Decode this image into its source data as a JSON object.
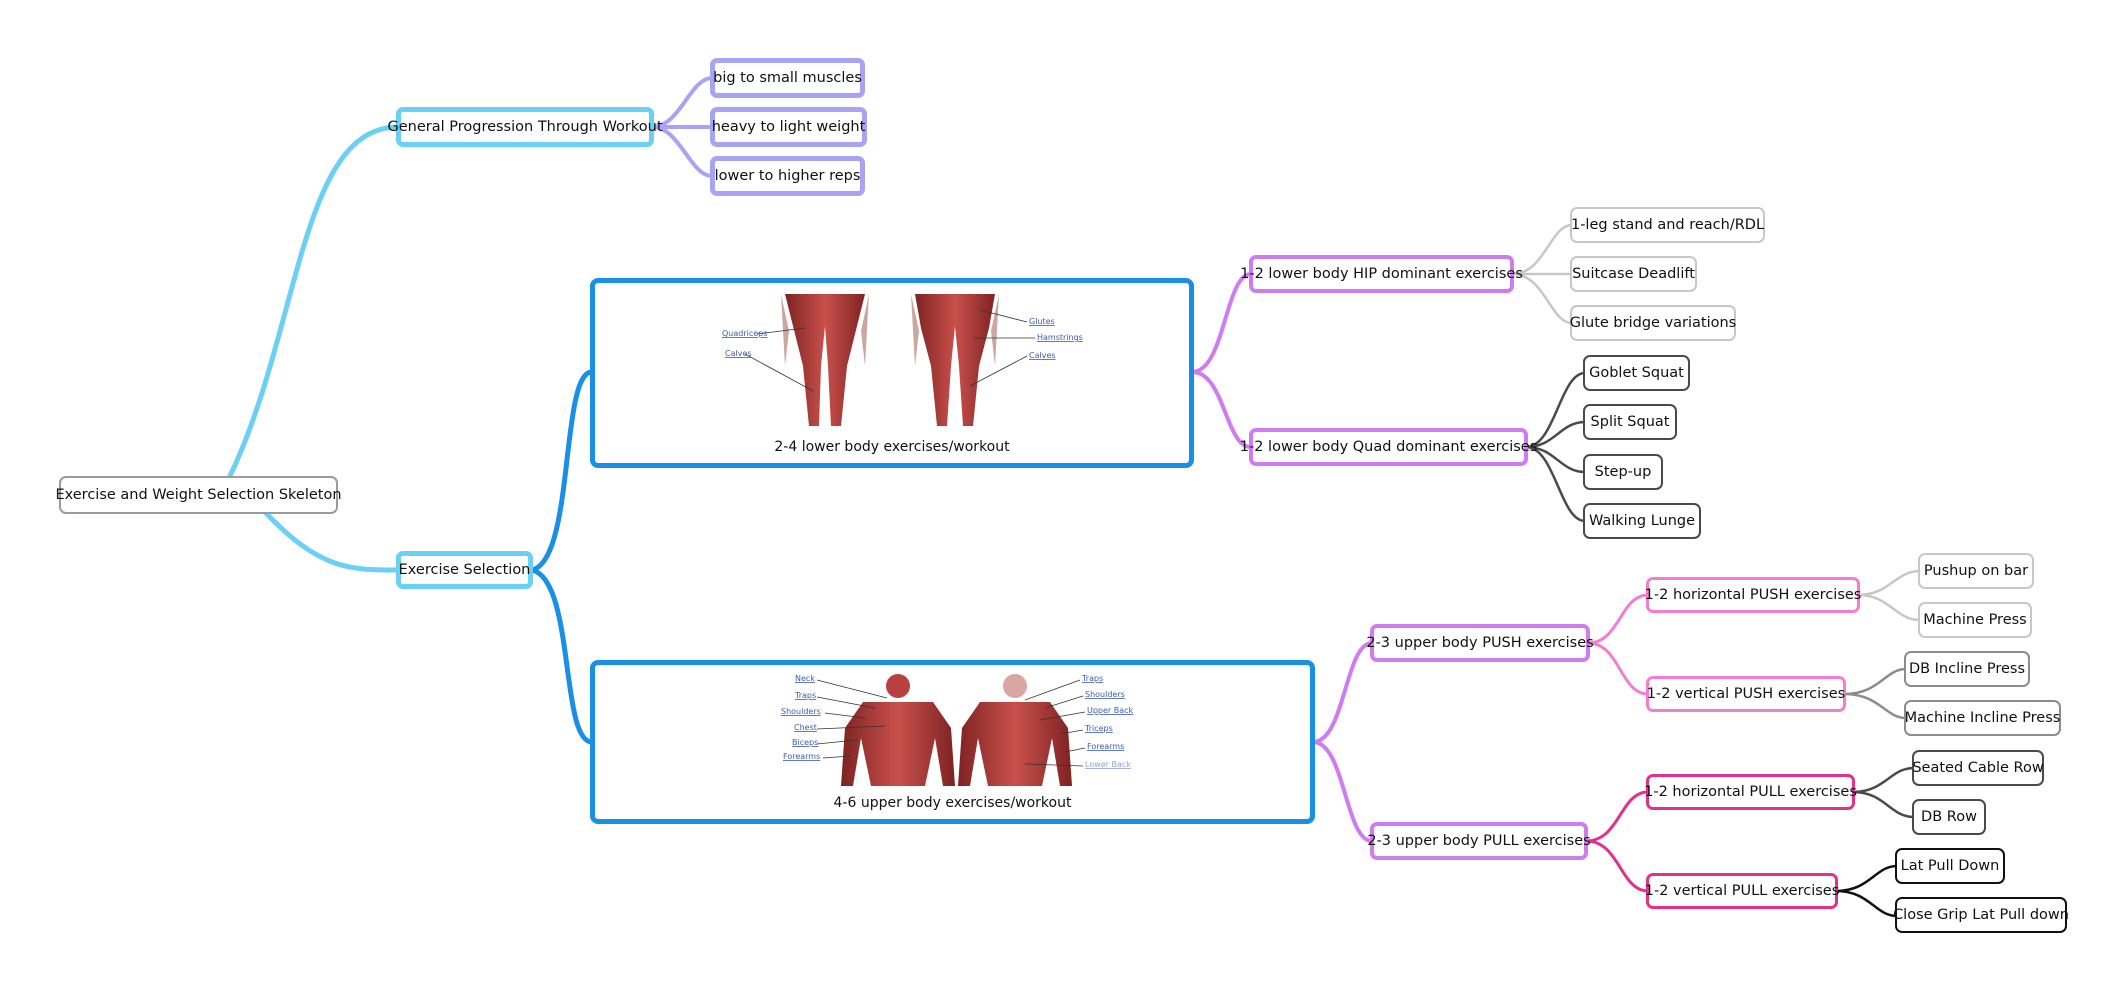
{
  "root": "Exercise and Weight Selection Skeleton",
  "general": {
    "title": "General Progression Through Workout",
    "items": [
      "big to small muscles",
      "heavy to light weight",
      "lower to higher reps"
    ]
  },
  "selection": {
    "title": "Exercise Selection",
    "lower": {
      "caption": "2-4 lower body exercises/workout",
      "labels": [
        "Quadriceps",
        "Calves",
        "Glutes",
        "Hamstrings",
        "Calves"
      ],
      "hip": {
        "title": "1-2 lower body HIP dominant exercises",
        "items": [
          "1-leg stand and reach/RDL",
          "Suitcase Deadlift",
          "Glute bridge variations"
        ]
      },
      "quad": {
        "title": "1-2 lower body Quad dominant exercises",
        "items": [
          "Goblet Squat",
          "Split Squat",
          "Step-up",
          "Walking Lunge"
        ]
      }
    },
    "upper": {
      "caption": "4-6 upper body exercises/workout",
      "labels_left": [
        "Neck",
        "Traps",
        "Shoulders",
        "Chest",
        "Biceps",
        "Forearms"
      ],
      "labels_right": [
        "Traps",
        "Shoulders",
        "Upper Back",
        "Triceps",
        "Forearms",
        "Lower Back"
      ],
      "push": {
        "title": "2-3 upper body PUSH exercises",
        "horizontal": {
          "title": "1-2 horizontal PUSH exercises",
          "items": [
            "Pushup on bar",
            "Machine Press"
          ]
        },
        "vertical": {
          "title": "1-2 vertical PUSH exercises",
          "items": [
            "DB Incline Press",
            "Machine Incline Press"
          ]
        }
      },
      "pull": {
        "title": "2-3 upper body PULL exercises",
        "horizontal": {
          "title": "1-2 horizontal PULL exercises",
          "items": [
            "Seated Cable Row",
            "DB Row"
          ]
        },
        "vertical": {
          "title": "1-2 vertical PULL exercises",
          "items": [
            "Lat Pull Down",
            "Close Grip Lat Pull down"
          ]
        }
      }
    }
  },
  "colors": {
    "level1": "#6ad0f5",
    "image_nodes": "#1a8fe6",
    "progression": "#a9a3f3",
    "sub_groups": "#cf7cf0",
    "push_sub": "#f57cce",
    "pull_sub": "#e2318c",
    "muscle": "#b8413f"
  }
}
